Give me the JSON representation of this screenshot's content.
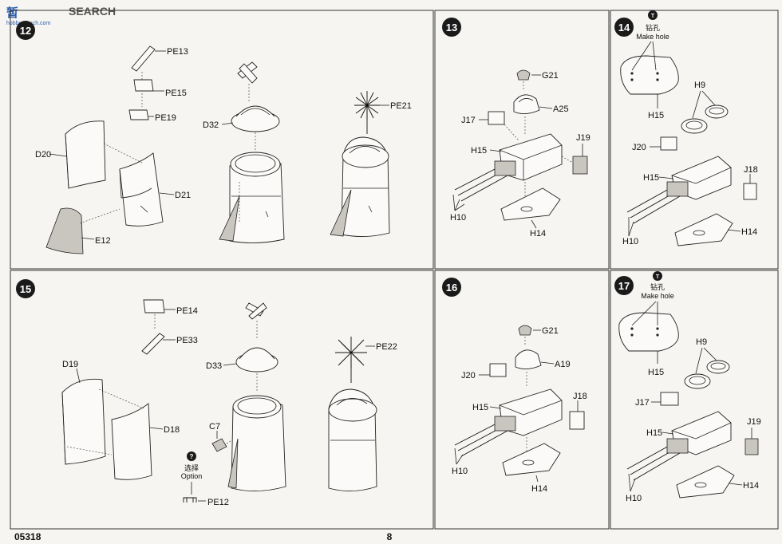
{
  "watermark": "SEARCH",
  "watermark_cn": "暂",
  "watermark_site": "hobbysearch.com",
  "footer": {
    "code": "05318",
    "page": "8"
  },
  "steps": [
    {
      "num": "12",
      "labels": [
        "PE13",
        "PE15",
        "PE19",
        "D32",
        "PE21",
        "D20",
        "D21",
        "E12"
      ]
    },
    {
      "num": "13",
      "labels": [
        "G21",
        "A25",
        "J17",
        "J19",
        "H15",
        "H10",
        "H14"
      ]
    },
    {
      "num": "14",
      "note_cn": "钻孔",
      "note_en": "Make hole",
      "labels": [
        "H15",
        "H9",
        "J20",
        "H15",
        "J18",
        "H10",
        "H14"
      ]
    },
    {
      "num": "15",
      "option_cn": "选择",
      "option_en": "Option",
      "labels": [
        "PE14",
        "PE33",
        "D19",
        "D33",
        "PE22",
        "D18",
        "C7",
        "PE12"
      ]
    },
    {
      "num": "16",
      "labels": [
        "G21",
        "A19",
        "J20",
        "J18",
        "H15",
        "H10",
        "H14"
      ]
    },
    {
      "num": "17",
      "note_cn": "钻孔",
      "note_en": "Make hole",
      "labels": [
        "H15",
        "H9",
        "J17",
        "J19",
        "H15",
        "H10",
        "H14"
      ]
    }
  ],
  "colors": {
    "panel_border": "#333333",
    "step_circle": "#1a1a1a",
    "shade": "#c9c6bf",
    "paper": "#f6f5f1"
  }
}
